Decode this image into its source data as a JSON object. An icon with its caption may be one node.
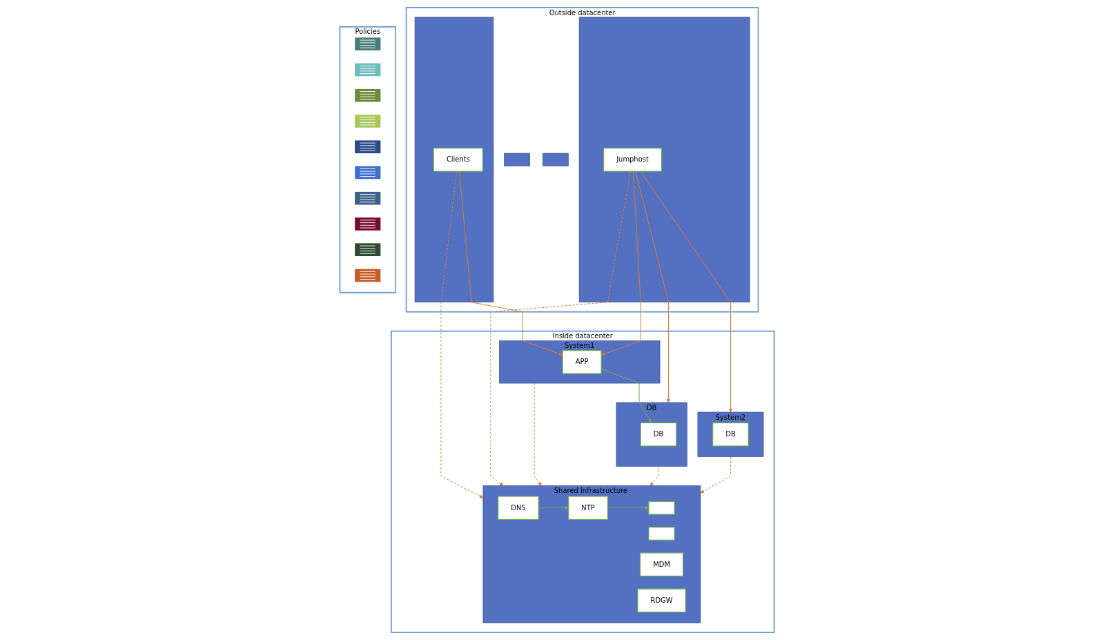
{
  "diagram": {
    "nodes": [
      {
        "text": [
          "Outside datacenter"
        ]
      },
      {
        "text": [],
        "shape": "box",
        "in": 0
      },
      {
        "text": [
          "Clients"
        ],
        "in": 1
      },
      {
        "text": [],
        "shape": "box",
        "in": 0
      },
      {
        "text": [
          "Jumphost"
        ],
        "in": 3
      },
      {
        "text": [],
        "shape": "box",
        "in": 0
      },
      {
        "text": [],
        "shape": "box",
        "in": 0
      },
      {
        "text": [
          "Policies"
        ]
      },
      {
        "text": [],
        "shape": "picture",
        "in": 7
      },
      {
        "text": [],
        "shape": "picture",
        "in": 7
      },
      {
        "text": [],
        "shape": "picture",
        "in": 7
      },
      {
        "text": [],
        "shape": "picture",
        "in": 7
      },
      {
        "text": [],
        "shape": "picture",
        "in": 7
      },
      {
        "text": [],
        "shape": "picture",
        "in": 7
      },
      {
        "text": [],
        "shape": "picture",
        "in": 7
      },
      {
        "text": [],
        "shape": "picture",
        "in": 7
      },
      {
        "text": [],
        "shape": "picture",
        "in": 7
      },
      {
        "text": [],
        "shape": "picture",
        "in": 7
      },
      {
        "text": [
          "Inside datacenter"
        ]
      },
      {
        "text": [
          "System1"
        ],
        "in": 18
      },
      {
        "text": [
          "APP"
        ],
        "in": 19
      },
      {
        "text": [
          "DB"
        ],
        "in": 18
      },
      {
        "text": [
          "DB"
        ],
        "in": 21
      },
      {
        "text": [
          "System2"
        ],
        "in": 18
      },
      {
        "text": [
          "DB"
        ],
        "in": 23
      },
      {
        "text": [
          "Shared Infrastructure Services"
        ],
        "in": 18
      },
      {
        "text": [
          "DNS"
        ],
        "in": 25
      },
      {
        "text": [
          "NTP"
        ],
        "in": 25
      },
      {
        "text": [],
        "shape": "box",
        "in": 25
      },
      {
        "text": [],
        "shape": "box",
        "in": 25
      },
      {
        "text": [
          "MDM"
        ],
        "in": 25
      },
      {
        "text": [
          "RDGW"
        ],
        "in": 25
      }
    ],
    "edges": [
      {
        "from": 2,
        "to": 20,
        "arrow": "to"
      },
      {
        "from": 2,
        "to": 25,
        "arrow": "to",
        "style": "dashed"
      },
      {
        "from": 4,
        "to": 20,
        "arrow": "to"
      },
      {
        "from": 4,
        "to": 21,
        "arrow": "to"
      },
      {
        "from": 4,
        "to": 23,
        "arrow": "to"
      },
      {
        "from": 4,
        "to": 25,
        "arrow": "to",
        "style": "dashed"
      },
      {
        "from": 19,
        "to": 25,
        "arrow": "to",
        "style": "dashed"
      },
      {
        "from": 21,
        "to": 25,
        "arrow": "to",
        "style": "dashed"
      },
      {
        "from": 23,
        "to": 25,
        "arrow": "to",
        "style": "dashed"
      },
      {
        "from": 20,
        "to": 22,
        "arrow": "to",
        "color": "#70ad47"
      },
      {
        "from": 26,
        "to": 27,
        "arrow": "to",
        "color": "#70ad47"
      },
      {
        "from": 27,
        "to": 28,
        "arrow": "to",
        "color": "#70ad47"
      }
    ]
  }
}
